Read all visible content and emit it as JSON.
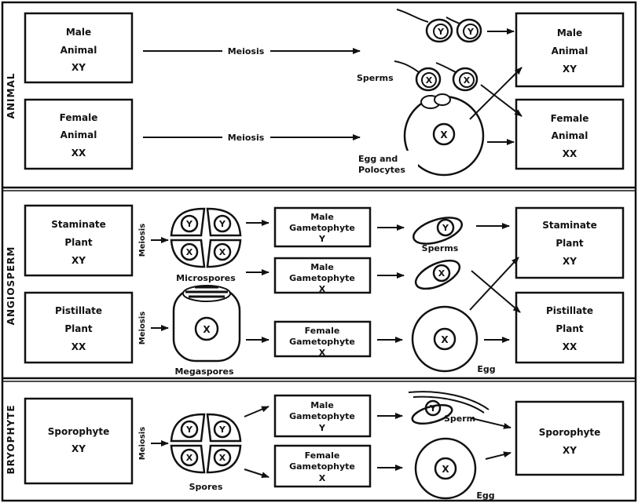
{
  "sections": {
    "animal": "ANIMAL",
    "angiosperm": "ANGIOSPERM",
    "bryophyte": "BRYOPHYTE"
  },
  "animal": {
    "male_box": [
      "Male",
      "Animal",
      "XY"
    ],
    "female_box": [
      "Female",
      "Animal",
      "XX"
    ],
    "meiosis_male": "Meiosis",
    "meiosis_female": "Meiosis",
    "sperms": "Sperms",
    "egg_label": [
      "Egg and",
      "Polocytes"
    ],
    "male_result": [
      "Male",
      "Animal",
      "XY"
    ],
    "female_result": [
      "Female",
      "Animal",
      "XX"
    ],
    "sperm_letters": [
      "Y",
      "Y",
      "X",
      "X"
    ],
    "egg_letter": "X"
  },
  "angiosperm": {
    "staminate_box": [
      "Staminate",
      "Plant",
      "XY"
    ],
    "pistillate_box": [
      "Pistillate",
      "Plant",
      "XX"
    ],
    "meiosis_top": "Meiosis",
    "meiosis_bottom": "Meiosis",
    "microspores": "Microspores",
    "megaspores": "Megaspores",
    "micro_letters": [
      "Y",
      "Y",
      "X",
      "X"
    ],
    "mega_letter": "X",
    "male_gam_y": [
      "Male",
      "Gametophyte",
      "Y"
    ],
    "male_gam_x": [
      "Male",
      "Gametophyte",
      "X"
    ],
    "female_gam": [
      "Female",
      "Gametophyte",
      "X"
    ],
    "sperms": "Sperms",
    "sperm_letters": [
      "Y",
      "X"
    ],
    "egg": "Egg",
    "egg_letter": "X",
    "staminate_result": [
      "Staminate",
      "Plant",
      "XY"
    ],
    "pistillate_result": [
      "Pistillate",
      "Plant",
      "XX"
    ]
  },
  "bryophyte": {
    "sporophyte_box": [
      "Sporophyte",
      "XY"
    ],
    "meiosis": "Meiosis",
    "spores": "Spores",
    "spore_letters": [
      "Y",
      "Y",
      "X",
      "X"
    ],
    "male_gam": [
      "Male",
      "Gametophyte",
      "Y"
    ],
    "female_gam": [
      "Female",
      "Gametophyte",
      "X"
    ],
    "sperm": "Sperm",
    "sperm_letter": "Y",
    "egg": "Egg",
    "egg_letter": "X",
    "sporophyte_result": [
      "Sporophyte",
      "XY"
    ]
  }
}
